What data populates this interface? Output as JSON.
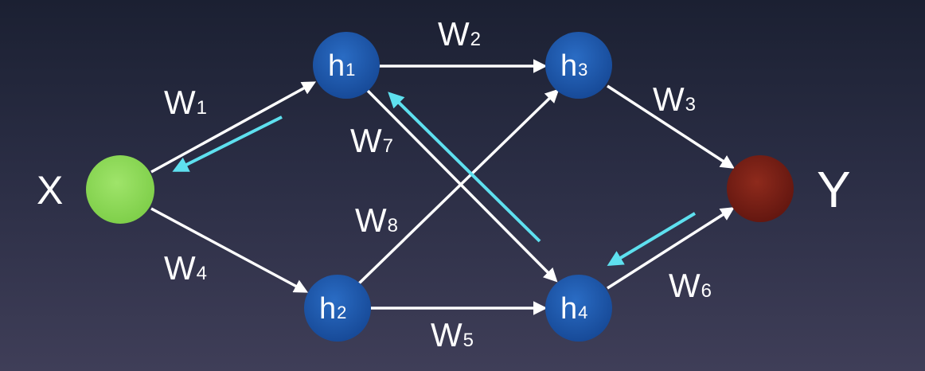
{
  "colors": {
    "input_node": "#8fd95a",
    "hidden_node": "#1f58ad",
    "output_node": "#7a1f14",
    "forward_arrow": "#ffffff",
    "backprop_arrow": "#5ee0ef"
  },
  "nodes": {
    "x": {
      "label": "X"
    },
    "y": {
      "label": "Y"
    },
    "h1": {
      "letter": "h",
      "index": "1"
    },
    "h2": {
      "letter": "h",
      "index": "2"
    },
    "h3": {
      "letter": "h",
      "index": "3"
    },
    "h4": {
      "letter": "h",
      "index": "4"
    }
  },
  "weights": {
    "w1": {
      "letter": "W",
      "index": "1"
    },
    "w2": {
      "letter": "W",
      "index": "2"
    },
    "w3": {
      "letter": "W",
      "index": "3"
    },
    "w4": {
      "letter": "W",
      "index": "4"
    },
    "w5": {
      "letter": "W",
      "index": "5"
    },
    "w6": {
      "letter": "W",
      "index": "6"
    },
    "w7": {
      "letter": "W",
      "index": "7"
    },
    "w8": {
      "letter": "W",
      "index": "8"
    }
  }
}
